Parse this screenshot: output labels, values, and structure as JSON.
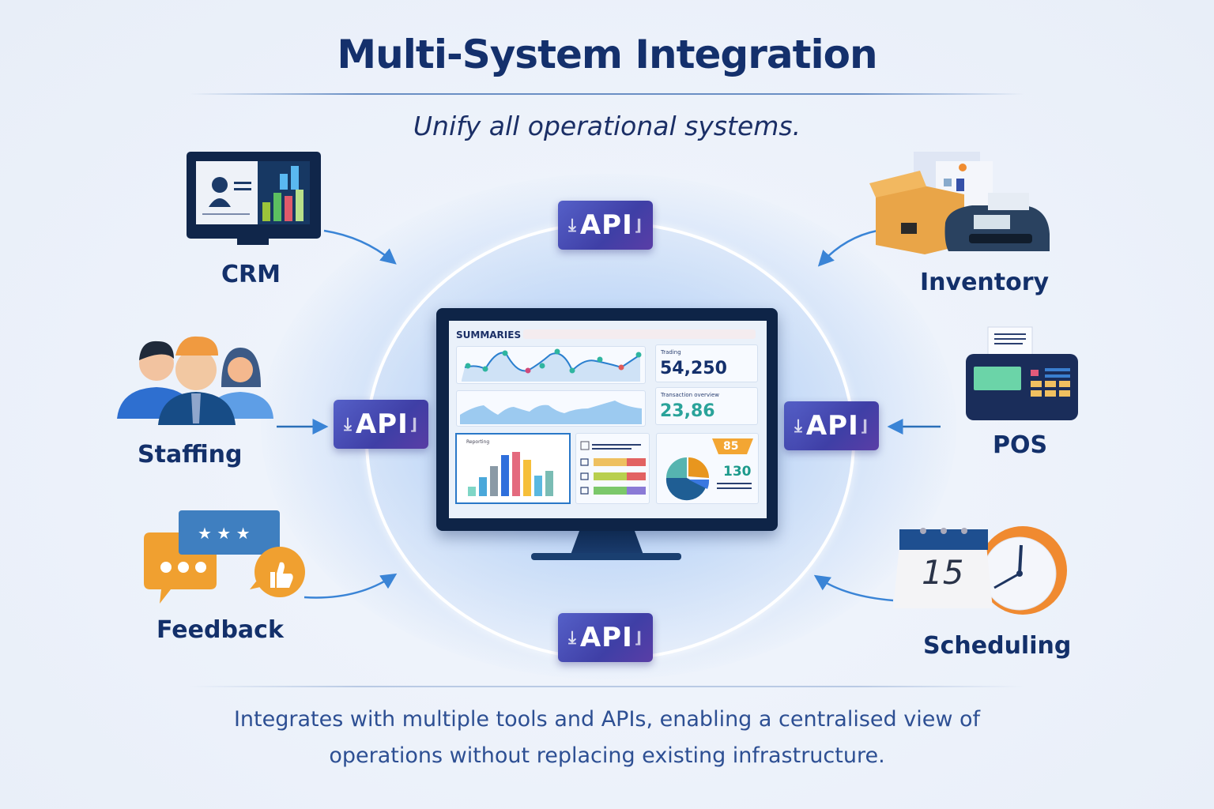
{
  "header": {
    "title": "Multi-System Integration",
    "subtitle": "Unify all operational systems."
  },
  "hub": {
    "api_badges": [
      {
        "position": "top",
        "label": "API"
      },
      {
        "position": "left",
        "label": "API"
      },
      {
        "position": "right",
        "label": "API"
      },
      {
        "position": "bottom",
        "label": "API"
      }
    ],
    "dashboard": {
      "section_label": "SUMMARIES",
      "kpis": [
        {
          "label": "Trading",
          "value": "54,250",
          "color": "#14306c"
        },
        {
          "label": "Transaction overview",
          "value": "23,86",
          "color": "#2aa39a"
        }
      ],
      "bar_chart_label": "Reporting",
      "badge_value": "85",
      "secondary_value": "130"
    }
  },
  "systems": [
    {
      "id": "crm",
      "label": "CRM",
      "icon": "crm-monitor-icon",
      "side": "left"
    },
    {
      "id": "staffing",
      "label": "Staffing",
      "icon": "staff-people-icon",
      "side": "left"
    },
    {
      "id": "feedback",
      "label": "Feedback",
      "icon": "feedback-chat-icon",
      "side": "left"
    },
    {
      "id": "inventory",
      "label": "Inventory",
      "icon": "inventory-box-icon",
      "side": "right"
    },
    {
      "id": "pos",
      "label": "POS",
      "icon": "pos-terminal-icon",
      "side": "right"
    },
    {
      "id": "scheduling",
      "label": "Scheduling",
      "icon": "calendar-clock-icon",
      "side": "right",
      "calendar_day": "15"
    }
  ],
  "footer": {
    "description_line1": "Integrates with multiple tools and APIs, enabling a centralised view of",
    "description_line2": "operations without replacing existing infrastructure."
  },
  "colors": {
    "title": "#14306c",
    "api_badge": "#4a4fb8",
    "arrow": "#3a84d6",
    "accent_orange": "#f0a030"
  }
}
